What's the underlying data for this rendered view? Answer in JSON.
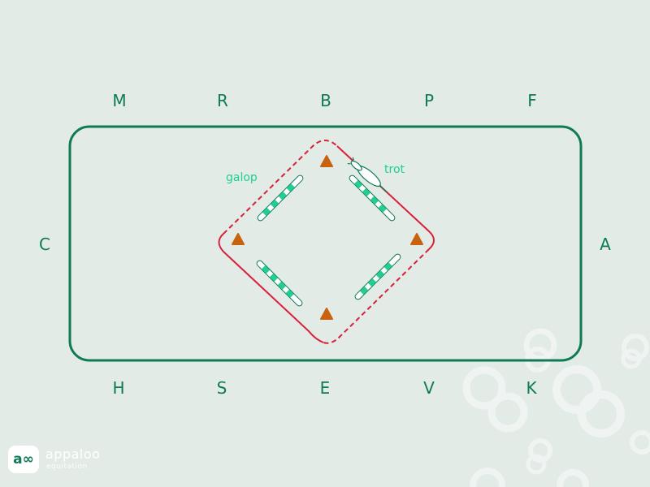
{
  "arena": {
    "letters_top": [
      "M",
      "R",
      "B",
      "P",
      "F"
    ],
    "letters_bottom": [
      "H",
      "S",
      "E",
      "V",
      "K"
    ],
    "letter_left": "C",
    "letter_right": "A",
    "border_color": "#0f7a55"
  },
  "course": {
    "label_canter": "galop",
    "label_trot": "trot",
    "path_color": "#d9203a",
    "pole_color": "#1fcf93",
    "cone_color": "#c8620e"
  },
  "brand": {
    "logo_mark": "a∞",
    "name": "appaloo",
    "subtitle": "equitation"
  }
}
